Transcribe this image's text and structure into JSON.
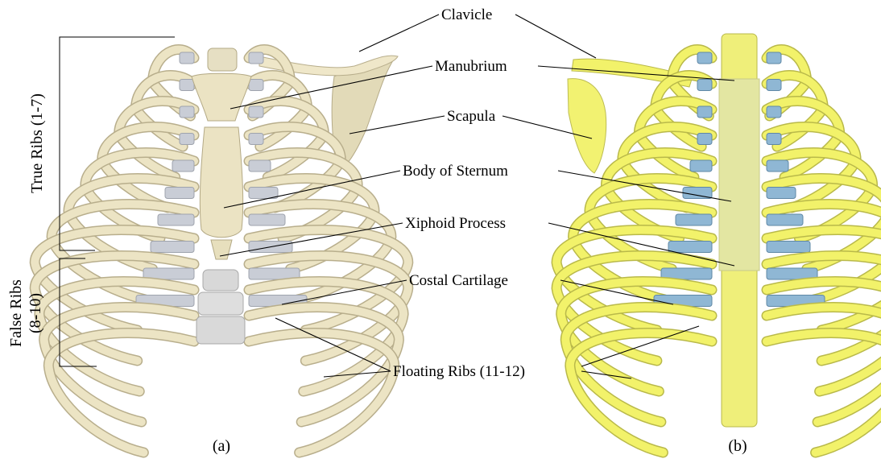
{
  "labels": {
    "clavicle": "Clavicle",
    "manubrium": "Manubrium",
    "scapula": "Scapula",
    "body_of_sternum": "Body of Sternum",
    "xiphoid_process": "Xiphoid Process",
    "costal_cartilage": "Costal Cartilage",
    "floating_ribs": "Floating Ribs (11-12)"
  },
  "side_labels": {
    "true_ribs": "True Ribs (1-7)",
    "false_ribs_line1": "False Ribs",
    "false_ribs_line2": "(8-10)"
  },
  "captions": {
    "a": "(a)",
    "b": "(b)"
  },
  "colors": {
    "illustration_bone": "#ece4c4",
    "illustration_cartilage": "#c9cdd6",
    "model_bone": "#f2f26a",
    "model_cartilage": "#8fb7d4",
    "model_sternum": "#e3e6a2"
  }
}
